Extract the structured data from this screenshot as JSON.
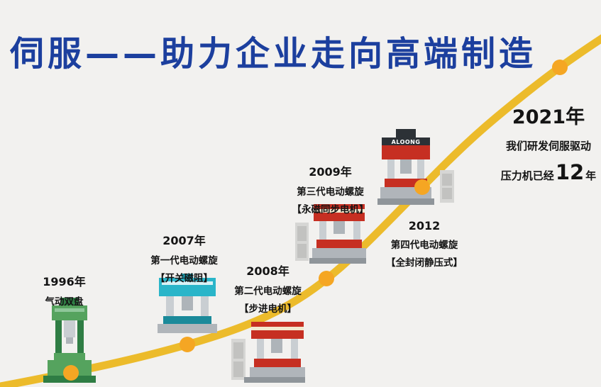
{
  "colors": {
    "bg": "#f2f1ef",
    "title": "#1c3f9e",
    "curve": "#ecbb2b",
    "dot": "#f5a623",
    "text": "#141414",
    "machine-green": "#55a35e",
    "machine-cyan": "#2ab5c9",
    "machine-red": "#c62f22"
  },
  "header": {
    "title": "伺服——助力企业走向高端制造"
  },
  "milestones": [
    {
      "year": "1996年",
      "lines": [
        "气动双盘"
      ]
    },
    {
      "year": "2007年",
      "lines": [
        "第一代电动螺旋",
        "【开关磁阻】"
      ]
    },
    {
      "year": "2008年",
      "lines": [
        "第二代电动螺旋",
        "【步进电机】"
      ]
    },
    {
      "year": "2009年",
      "lines": [
        "第三代电动螺旋",
        "【永磁同步电机】"
      ]
    },
    {
      "year": "2012",
      "lines": [
        "第四代电动螺旋",
        "【全封闭静压式】"
      ]
    }
  ],
  "finale": {
    "year": "2021年",
    "line1": "我们研发伺服驱动",
    "line2_prefix": "压力机已经",
    "line2_number": "12",
    "line2_suffix": "年"
  },
  "machines": {
    "brand_2012": "ALOONG"
  }
}
